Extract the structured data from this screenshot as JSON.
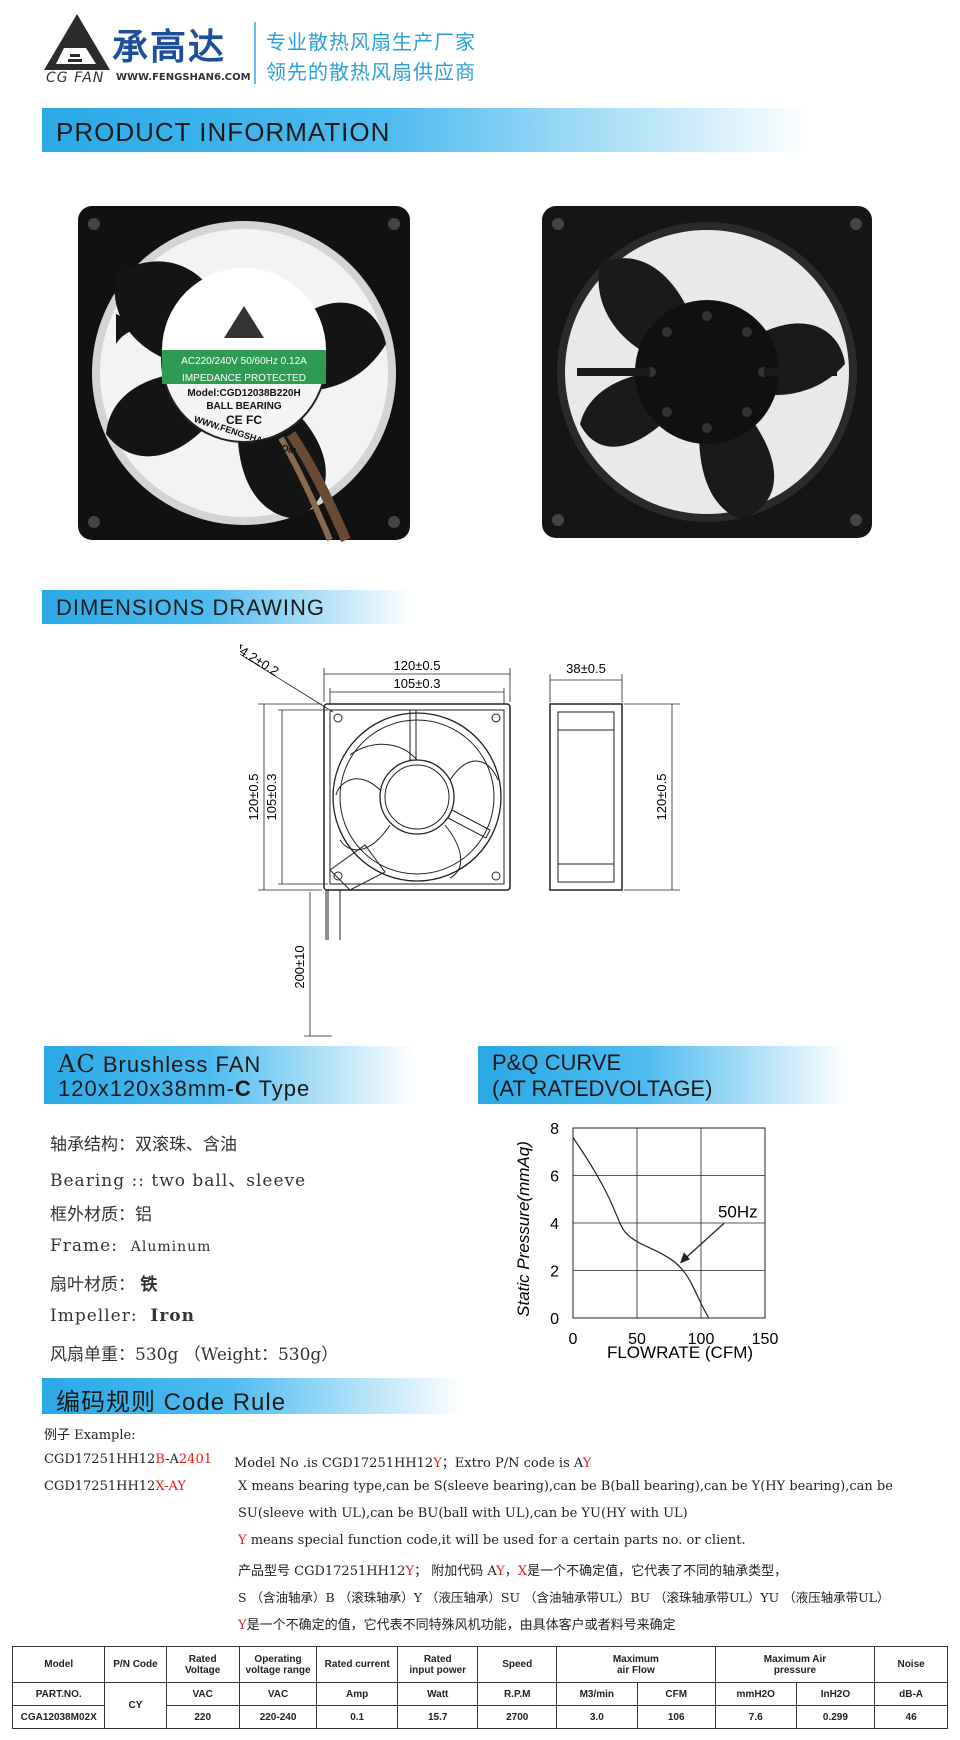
{
  "header": {
    "brand_cn": "承高达",
    "brand_en": "CG FAN",
    "url": "WWW.FENGSHAN6.COM",
    "slogan1": "专业散热风扇生产厂家",
    "slogan2": "领先的散热风扇供应商"
  },
  "sections": {
    "product_info": "PRODUCT  INFORMATION",
    "dimensions": "DIMENSIONS  DRAWING",
    "fan_title_ac": "AC",
    "fan_title_rest": " Brushless  FAN",
    "fan_subtitle_a": "120x120x38mm-",
    "fan_subtitle_c": "C",
    "fan_subtitle_b": " Type",
    "pq_title1": "P&Q  CURVE",
    "pq_title2": "(AT  RATEDVOLTAGE)",
    "code_rule": "编码规则 Code  Rule"
  },
  "fan_label": {
    "line1": "AC220/240V  50/60Hz  0.12A",
    "line2": "IMPEDANCE  PROTECTED",
    "line3": "Model:CGD12038B220H",
    "line4": "BALL BEARING",
    "line5": "CE  FC",
    "line6": "WWW.FENGSHAN6.COM"
  },
  "dimensions": {
    "hole": "Ø4.2±0.2",
    "width_outer": "120±0.5",
    "width_inner": "105±0.3",
    "height_outer": "120±0.5",
    "height_inner": "105±0.3",
    "depth": "38±0.5",
    "side_height": "120±0.5",
    "lead": "200±10"
  },
  "specs": {
    "bearing_cn_label": "轴承结构：",
    "bearing_cn": "双滚珠、含油",
    "bearing_en_label": "Bearing :: ",
    "bearing_en": "two  ball、sleeve",
    "frame_cn_label": "框外材质：",
    "frame_cn": "铝",
    "frame_en_label": "Frame:",
    "frame_en": "Aluminum",
    "impeller_cn_label": "扇叶材质：",
    "impeller_cn": "铁",
    "impeller_en_label": "Impeller:",
    "impeller_en": "Iron",
    "weight": "风扇单重：530g （Weight：530g）"
  },
  "chart_data": {
    "type": "line",
    "title": "P&Q CURVE (AT RATEDVOLTAGE)",
    "xlabel": "FLOWRATE (CFM)",
    "ylabel": "Static  Pressure(mmAq)",
    "xlim": [
      0,
      150
    ],
    "ylim": [
      0,
      8
    ],
    "xticks": [
      "0",
      "50",
      "100",
      "150"
    ],
    "yticks": [
      "0",
      "2",
      "4",
      "6",
      "8"
    ],
    "grid": true,
    "series": [
      {
        "name": "50Hz",
        "x": [
          0,
          10,
          20,
          28,
          35,
          40,
          50,
          60,
          70,
          80,
          88,
          95,
          100,
          106
        ],
        "y": [
          7.6,
          6.8,
          5.9,
          5.1,
          4.2,
          3.6,
          3.2,
          2.95,
          2.7,
          2.35,
          1.9,
          1.2,
          0.6,
          0
        ]
      }
    ],
    "annotation": "50Hz"
  },
  "code_rule": {
    "example_label": "例子 Example:",
    "ex1_prefix": "CGD17251HH12",
    "ex1_b": "B",
    "ex1_dash": "-A",
    "ex1_num": "2401",
    "ex1_desc_a": "Model  No .is  CGD17251HH12",
    "ex1_desc_y": "Y",
    "ex1_desc_b": "；Extro  P/N  code  is  A",
    "ex1_desc_y2": "Y",
    "ex2_prefix": "CGD17251HH12",
    "ex2_x": "X",
    "ex2_dash": "-A",
    "ex2_y": "Y",
    "x_desc1": "X  means bearing type,can be S(sleeve bearing),can be B(ball bearing),can be Y(HY bearing),can be",
    "x_desc2": "SU(sleeve with UL),can be BU(ball with UL),can be YU(HY with UL)",
    "y_label": "Y",
    "y_desc": " means special function code,it will be used for a certain parts no. or client.",
    "cn1_a": "产品型号  CGD17251HH12",
    "cn1_y": "Y",
    "cn1_b": "；  附加代码  A",
    "cn1_y2": "Y",
    "cn1_c": "，",
    "cn1_x": "X",
    "cn1_d": "是一个不确定值，它代表了不同的轴承类型，",
    "cn2": "S （含油轴承）B （滚珠轴承）Y （液压轴承）SU （含油轴承带UL）BU （滚珠轴承带UL）YU （液压轴承带UL）",
    "cn3_y": "Y",
    "cn3": "是一个不确定的值，它代表不同特殊风机功能，由具体客户或者料号来确定"
  },
  "table": {
    "headers": [
      "Model",
      "P/N Code",
      "Rated\nVoltage",
      "Operating\nvoltage range",
      "Rated current",
      "Rated\ninput power",
      "Speed",
      "Maximum\nair Flow",
      "Maximum                Air\npressure",
      "Noise"
    ],
    "units": [
      "PART.NO.",
      "CY",
      "VAC",
      "VAC",
      "Amp",
      "Watt",
      "R.P.M",
      "M3/min",
      "CFM",
      "mmH2O",
      "InH2O",
      "dB-A"
    ],
    "row": [
      "CGA12038M02X",
      "220",
      "220-240",
      "0.1",
      "15.7",
      "2700",
      "3.0",
      "106",
      "7.6",
      "0.299",
      "46"
    ]
  }
}
